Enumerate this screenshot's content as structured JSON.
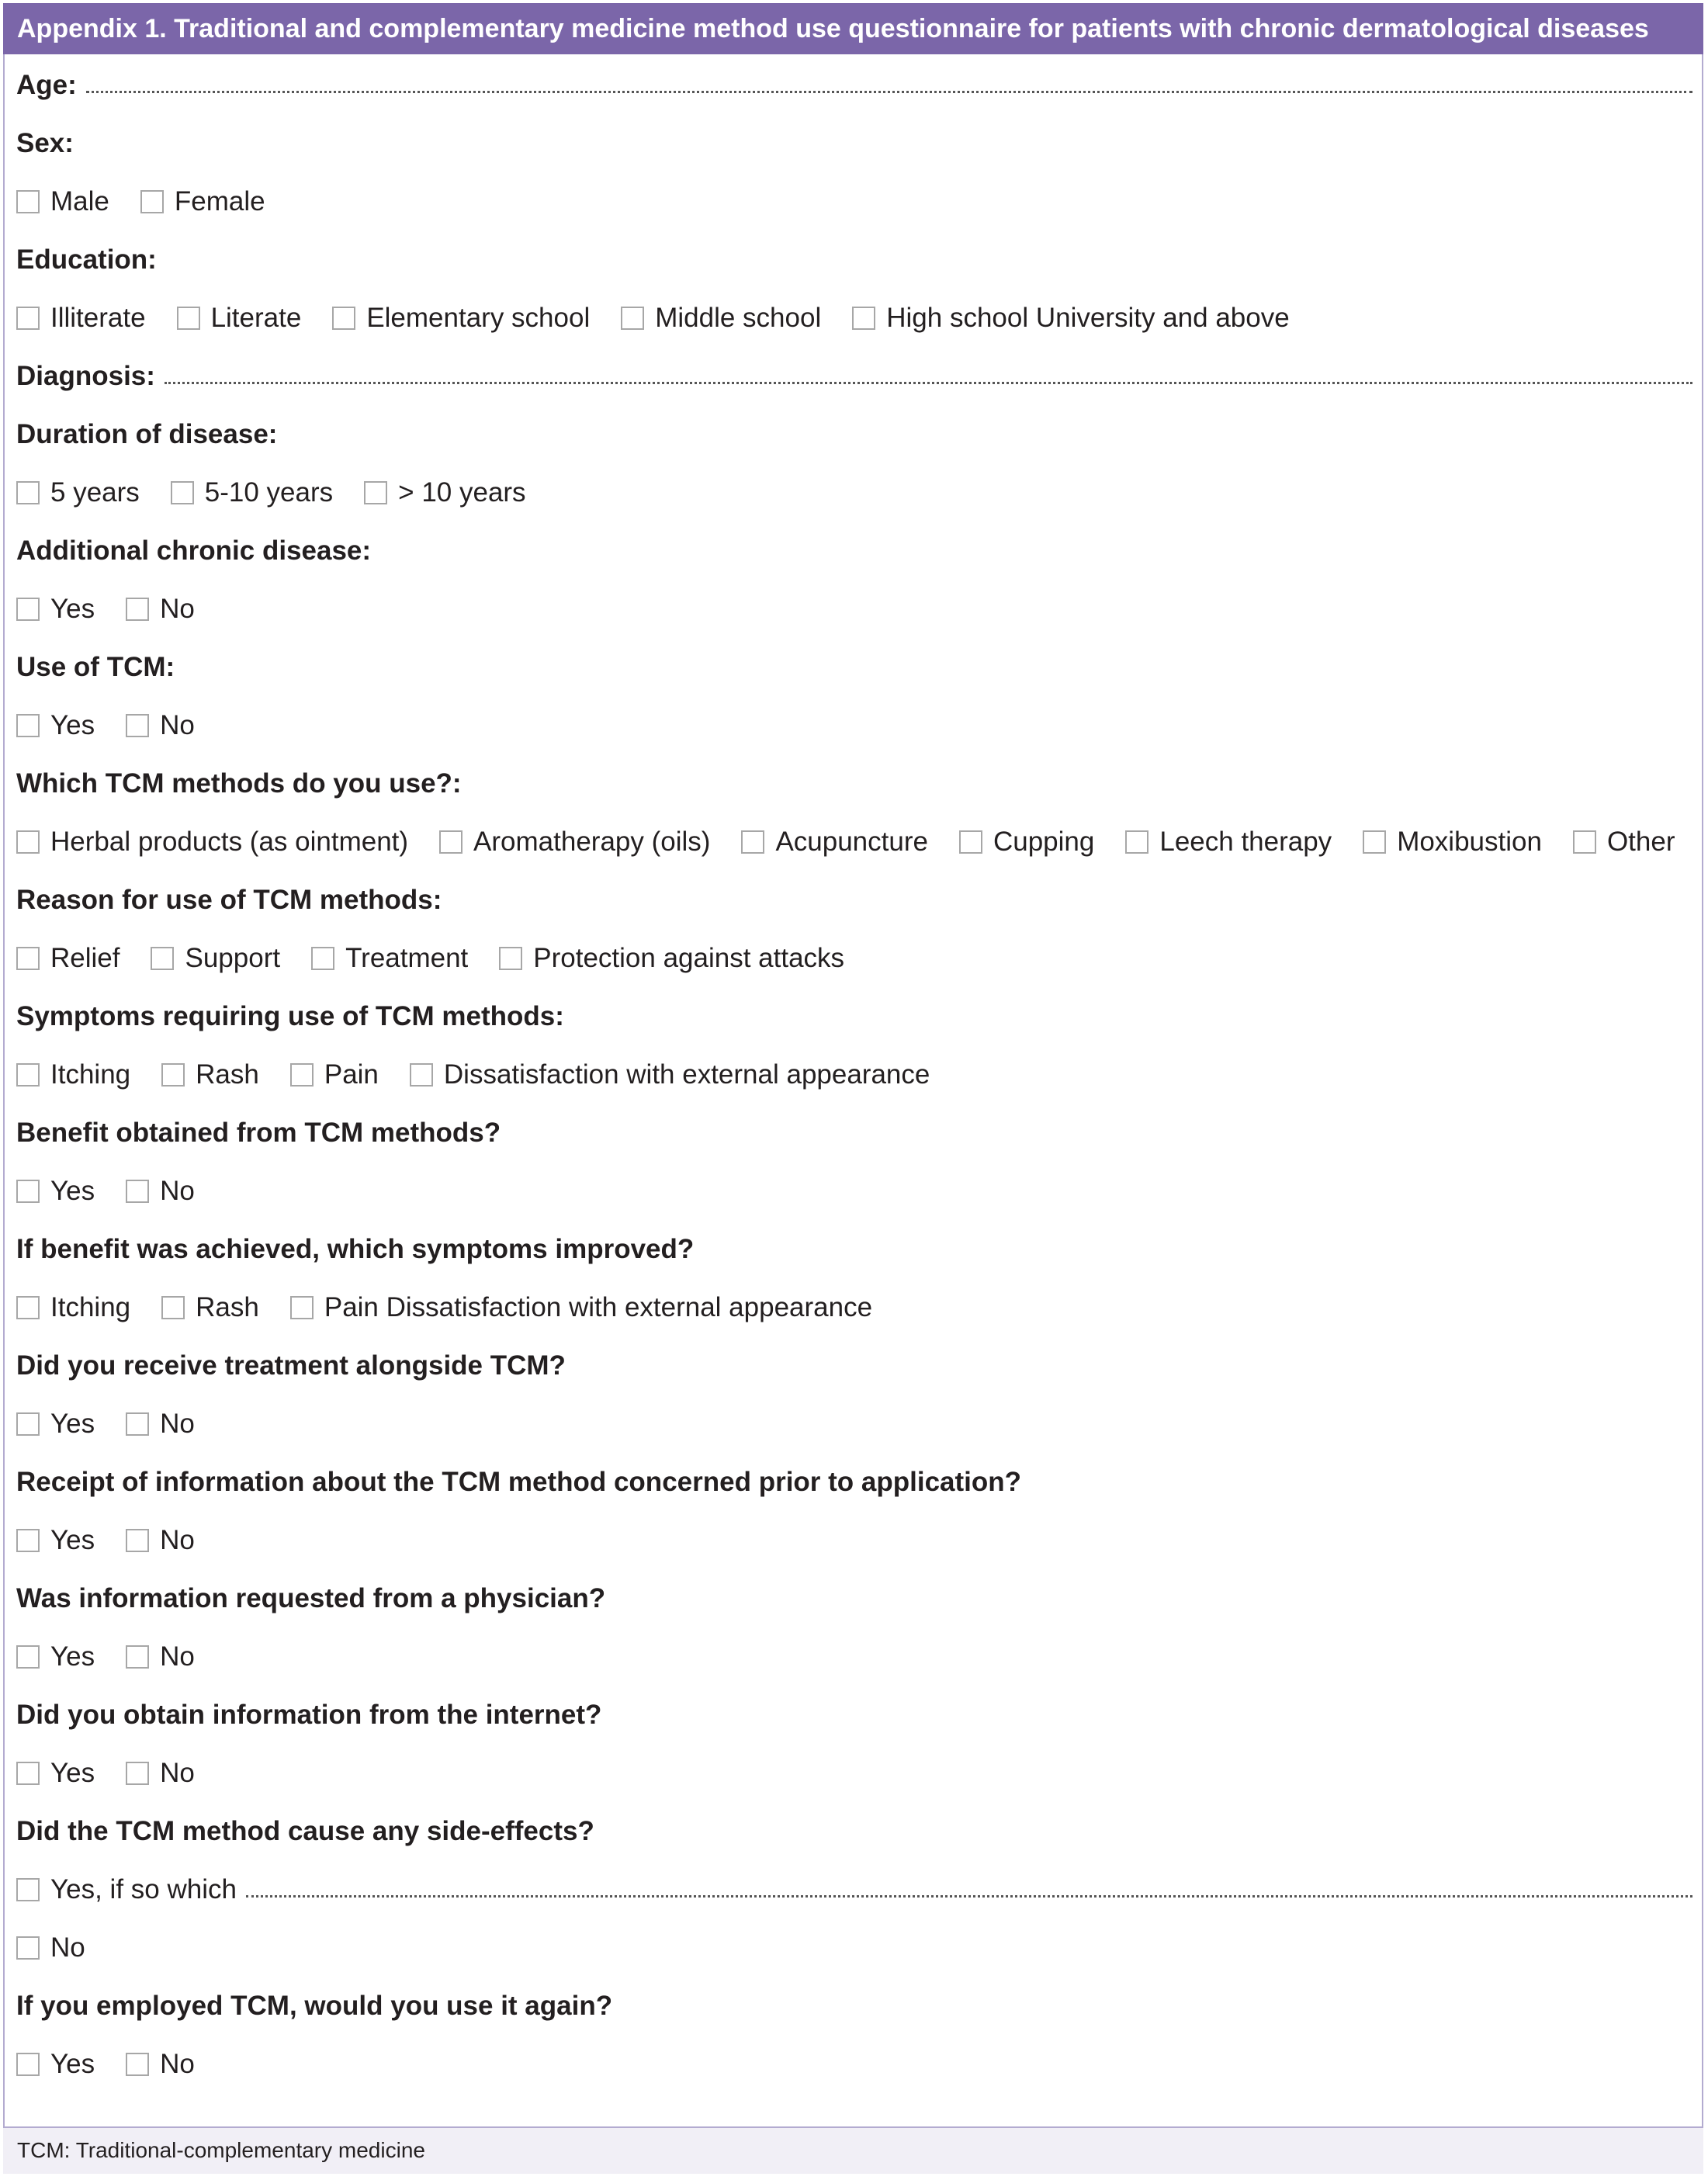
{
  "title": "Appendix 1. Traditional and complementary medicine method use questionnaire for patients with chronic dermatological diseases",
  "questions": [
    {
      "label": "Age:",
      "kind": "text"
    },
    {
      "label": "Sex:",
      "kind": "options",
      "options": [
        "Male",
        "Female"
      ]
    },
    {
      "label": "Education:",
      "kind": "options",
      "options": [
        "Illiterate",
        "Literate",
        "Elementary school",
        "Middle school",
        "High school University and above"
      ]
    },
    {
      "label": "Diagnosis:",
      "kind": "text"
    },
    {
      "label": "Duration of disease:",
      "kind": "options",
      "options": [
        "5 years",
        "5-10 years",
        "> 10 years"
      ]
    },
    {
      "label": "Additional chronic disease:",
      "kind": "options",
      "options": [
        "Yes",
        "No"
      ]
    },
    {
      "label": "Use of TCM:",
      "kind": "options",
      "options": [
        "Yes",
        "No"
      ]
    },
    {
      "label": "Which TCM methods do you use?:",
      "kind": "options",
      "options": [
        "Herbal products (as ointment)",
        "Aromatherapy (oils)",
        "Acupuncture",
        "Cupping",
        "Leech therapy",
        "Moxibustion",
        "Other"
      ]
    },
    {
      "label": "Reason for use of TCM methods:",
      "kind": "options",
      "options": [
        "Relief",
        "Support",
        "Treatment",
        "Protection against attacks"
      ]
    },
    {
      "label": "Symptoms requiring use of TCM methods:",
      "kind": "options",
      "options": [
        "Itching",
        "Rash",
        "Pain",
        "Dissatisfaction with external appearance"
      ]
    },
    {
      "label": "Benefit obtained from TCM methods?",
      "kind": "options",
      "options": [
        "Yes",
        "No"
      ]
    },
    {
      "label": "If benefit was achieved, which symptoms improved?",
      "kind": "options",
      "options": [
        "Itching",
        "Rash",
        "Pain Dissatisfaction with external appearance"
      ]
    },
    {
      "label": "Did you receive treatment alongside TCM?",
      "kind": "options",
      "options": [
        "Yes",
        "No"
      ]
    },
    {
      "label": "Receipt of information about the TCM method concerned prior to application?",
      "kind": "options",
      "options": [
        "Yes",
        "No"
      ]
    },
    {
      "label": "Was information requested from a physician?",
      "kind": "options",
      "options": [
        "Yes",
        "No"
      ]
    },
    {
      "label": "Did you obtain information from the internet?",
      "kind": "options",
      "options": [
        "Yes",
        "No"
      ]
    },
    {
      "label": "Did the TCM method cause any side-effects?",
      "kind": "side-effects",
      "options": [
        "Yes, if so which",
        "No"
      ]
    },
    {
      "label": "If you employed TCM, would you use it again?",
      "kind": "options",
      "options": [
        "Yes",
        "No"
      ]
    }
  ],
  "footnote": "TCM: Traditional-complementary medicine",
  "colors": {
    "header_bg": "#7b66a9",
    "border": "#b3abd0"
  }
}
